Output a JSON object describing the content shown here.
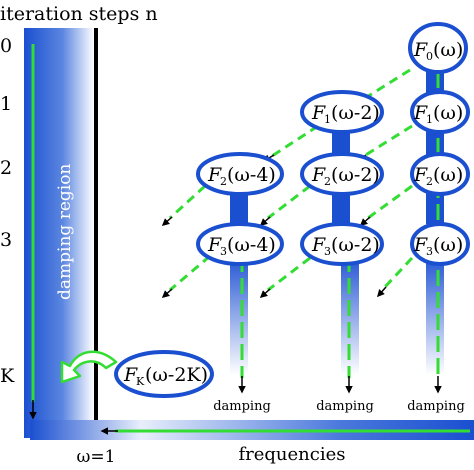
{
  "y_axis": {
    "title": "iteration steps n",
    "labels": [
      "0",
      "1",
      "2",
      "3",
      "K"
    ]
  },
  "x_axis": {
    "title": "frequencies",
    "origin_label": "ω=1"
  },
  "region_label": "damping region",
  "damping_label": "damping",
  "nodes": [
    {
      "id": "F0_w",
      "prefix": "F",
      "sub": "0",
      "arg": "(ω)"
    },
    {
      "id": "F1_w",
      "prefix": "F",
      "sub": "1",
      "arg": "(ω)"
    },
    {
      "id": "F1_w-2",
      "prefix": "F",
      "sub": "1",
      "arg": "(ω-2)"
    },
    {
      "id": "F2_w",
      "prefix": "F",
      "sub": "2",
      "arg": "(ω)"
    },
    {
      "id": "F2_w-2",
      "prefix": "F",
      "sub": "2",
      "arg": "(ω-2)"
    },
    {
      "id": "F2_w-4",
      "prefix": "F",
      "sub": "2",
      "arg": "(ω-4)"
    },
    {
      "id": "F3_w",
      "prefix": "F",
      "sub": "3",
      "arg": "(ω)"
    },
    {
      "id": "F3_w-2",
      "prefix": "F",
      "sub": "3",
      "arg": "(ω-2)"
    },
    {
      "id": "F3_w-4",
      "prefix": "F",
      "sub": "3",
      "arg": "(ω-4)"
    },
    {
      "id": "FK_w-2K",
      "prefix": "F",
      "sub": "K",
      "arg": "(ω-2K)"
    }
  ],
  "colors": {
    "blue": "#1a4fd0",
    "green": "#33dd33",
    "black": "#000000"
  }
}
